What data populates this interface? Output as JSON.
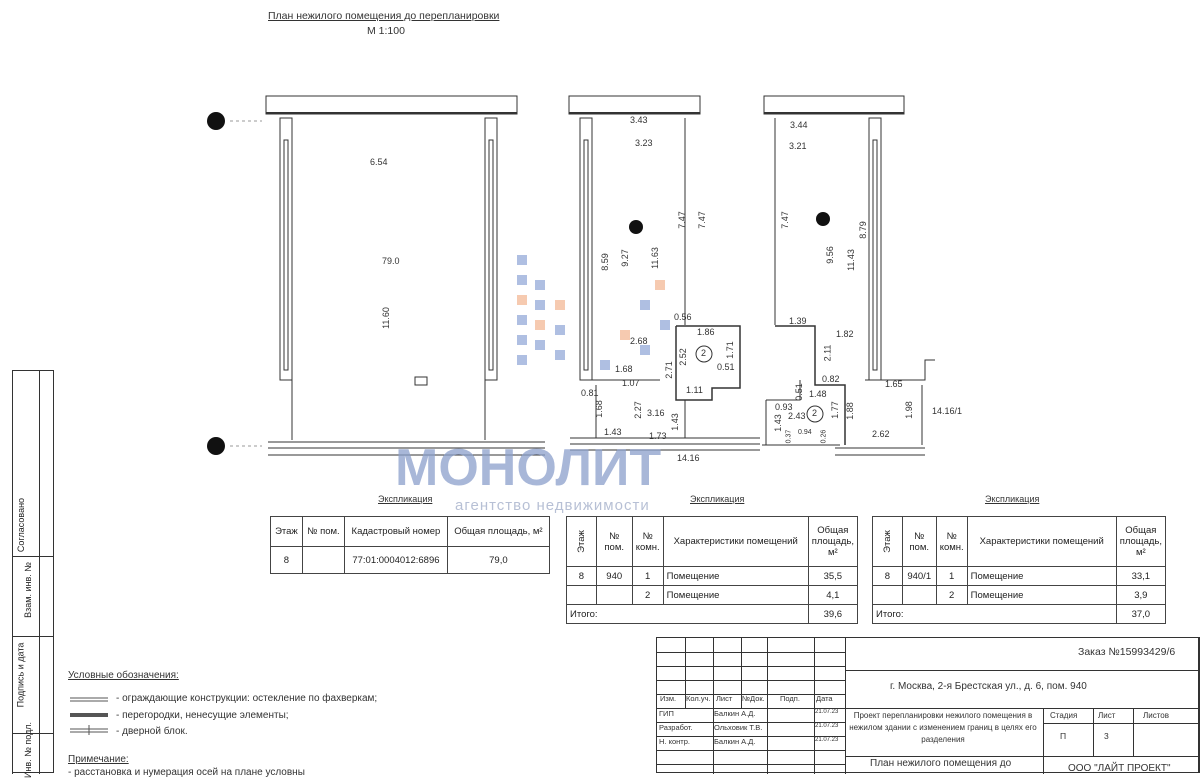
{
  "header": {
    "title": "План нежилого помещения до перепланировки",
    "scale": "М 1:100"
  },
  "plan1": {
    "labels": [
      "6.54",
      "79.0",
      "11.60"
    ]
  },
  "plan2": {
    "labels": [
      "3.43",
      "3.23",
      "8.59",
      "9.27",
      "11.63",
      "7.47",
      "7.47",
      "0.56",
      "1.86",
      "2.68",
      "1.71",
      "2.52",
      "2.71",
      "1.68",
      "1.07",
      "0.81",
      "1.11",
      "0.51",
      "1.68",
      "2.27",
      "3.16",
      "1.43",
      "1.43",
      "1.73",
      "14.16"
    ],
    "room_marker": "2"
  },
  "plan3": {
    "labels": [
      "3.44",
      "3.21",
      "7.47",
      "9.56",
      "8.79",
      "11.43",
      "1.39",
      "1.82",
      "2.11",
      "0.82",
      "0.51",
      "1.48",
      "0.93",
      "2.43",
      "1.77",
      "1.88",
      "1.43",
      "0.94",
      "0.37",
      "0.26",
      "1.65",
      "1.98",
      "14.16/1",
      "2.62"
    ],
    "room_marker": "2"
  },
  "watermark": {
    "brand": "МОНОЛИТ",
    "tagline": "агентство недвижимости"
  },
  "table1": {
    "title": "Экспликация",
    "headers": [
      "Этаж",
      "№ пом.",
      "Кадастровый номер",
      "Общая площадь, м²"
    ],
    "rows": [
      [
        "8",
        "",
        "77:01:0004012:6896",
        "79,0"
      ]
    ]
  },
  "table2": {
    "title": "Экспликация",
    "headers": [
      "Этаж",
      "№ пом.",
      "№ комн.",
      "Характеристики помещений",
      "Общая площадь, м²"
    ],
    "rows": [
      [
        "8",
        "940",
        "1",
        "Помещение",
        "35,5"
      ],
      [
        "",
        "",
        "2",
        "Помещение",
        "4,1"
      ]
    ],
    "total_label": "Итого:",
    "total": "39,6"
  },
  "table3": {
    "title": "Экспликация",
    "headers": [
      "Этаж",
      "№ пом.",
      "№ комн.",
      "Характеристики помещений",
      "Общая площадь, м²"
    ],
    "rows": [
      [
        "8",
        "940/1",
        "1",
        "Помещение",
        "33,1"
      ],
      [
        "",
        "",
        "2",
        "Помещение",
        "3,9"
      ]
    ],
    "total_label": "Итого:",
    "total": "37,0"
  },
  "legend": {
    "title": "Условные обозначения:",
    "items": [
      "- ограждающие конструкции: остекление по фахверкам;",
      "- перегородки, ненесущие элементы;",
      "- дверной блок."
    ],
    "note_title": "Примечание:",
    "note": "- расстановка и нумерация осей на плане условны"
  },
  "side_stamp": [
    "Согласовано",
    "Взам. инв. №",
    "Подпись и дата",
    "Инв. № подл."
  ],
  "title_block": {
    "order": "Заказ №15993429/6",
    "address": "г. Москва, 2-я Брестская ул., д. 6, пом. 940",
    "cols": [
      "Изм.",
      "Кол.уч.",
      "Лист",
      "№Док.",
      "Подп.",
      "Дата"
    ],
    "people": [
      [
        "ГИП",
        "Балкин А.Д.",
        "21.07.23"
      ],
      [
        "Разработ.",
        "Ольховик Т.В.",
        "21.07.23"
      ],
      [
        "Н. контр.",
        "Балкин А.Д.",
        "21.07.23"
      ]
    ],
    "project": "Проект перепланировки нежилого помещения в нежилом здании с изменением границ в целях его разделения",
    "stage_label": "Стадия",
    "sheet_label": "Лист",
    "sheets_label": "Листов",
    "stage": "П",
    "sheet": "3",
    "sheet_title": "План нежилого помещения до",
    "company": "ООО \"ЛАЙТ ПРОЕКТ\""
  }
}
